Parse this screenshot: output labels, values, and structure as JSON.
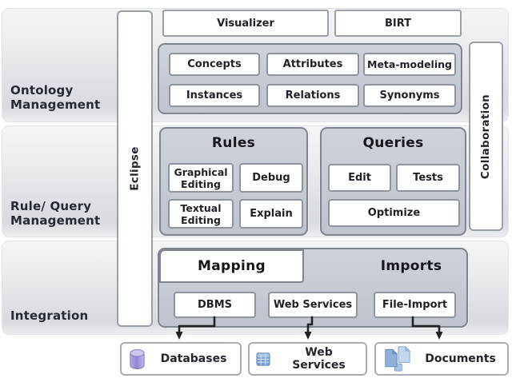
{
  "bands": [
    {
      "name": "ontology-management",
      "label": "Ontology\nManagement"
    },
    {
      "name": "rule-query-management",
      "label": "Rule/ Query\nManagement"
    },
    {
      "name": "integration",
      "label": "Integration"
    }
  ],
  "platform_bars": {
    "eclipse": {
      "label": "Eclipse"
    },
    "collaboration": {
      "label": "Collaboration"
    }
  },
  "top_row": {
    "visualizer_label": "Visualizer",
    "birt_label": "BIRT"
  },
  "ontology_panel": {
    "buttons": [
      "Concepts",
      "Attributes",
      "Meta-modeling",
      "Instances",
      "Relations",
      "Synonyms"
    ]
  },
  "rules_panel": {
    "title": "Rules",
    "buttons": [
      "Graphical\nEditing",
      "Debug",
      "Textual\nEditing",
      "Explain"
    ]
  },
  "queries_panel": {
    "title": "Queries",
    "buttons": [
      "Edit",
      "Tests",
      "Optimize"
    ]
  },
  "mapping_imports_panel": {
    "mapping_title": "Mapping",
    "imports_title": "Imports",
    "buttons": [
      "DBMS",
      "Web Services",
      "File-Import"
    ]
  },
  "external_resources": [
    {
      "label": "Databases",
      "icon": "database-cylinder-icon"
    },
    {
      "label": "Web Services",
      "icon": "web-window-icon"
    },
    {
      "label": "Documents",
      "icon": "documents-icon"
    }
  ],
  "colors": {
    "panel_fill": "#c6cad2",
    "panel_border": "#7f858f",
    "band_gradient_top": "#f4f5f7",
    "band_gradient_bottom": "#dadde2",
    "box_border": "#8e949d",
    "text": "#20242c",
    "arrow": "#222222",
    "database_icon": "#938dd3",
    "web_icon": "#7aa3d4",
    "documents_icon": "#8fb0da"
  }
}
